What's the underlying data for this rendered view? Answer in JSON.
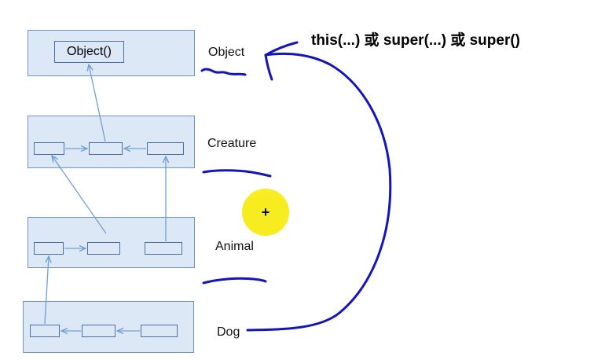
{
  "classes": [
    {
      "name": "Object",
      "constructor_label": "Object()"
    },
    {
      "name": "Creature"
    },
    {
      "name": "Animal"
    },
    {
      "name": "Dog"
    }
  ],
  "headline": "this(...) 或 super(...) 或 super()",
  "cursor_symbol": "+",
  "colors": {
    "box_fill": "#dce8f6",
    "box_border": "#6f93c2",
    "arrow": "#6fa0d4",
    "annotation_ink": "#1414b8",
    "cursor_highlight": "#f7ec14"
  }
}
